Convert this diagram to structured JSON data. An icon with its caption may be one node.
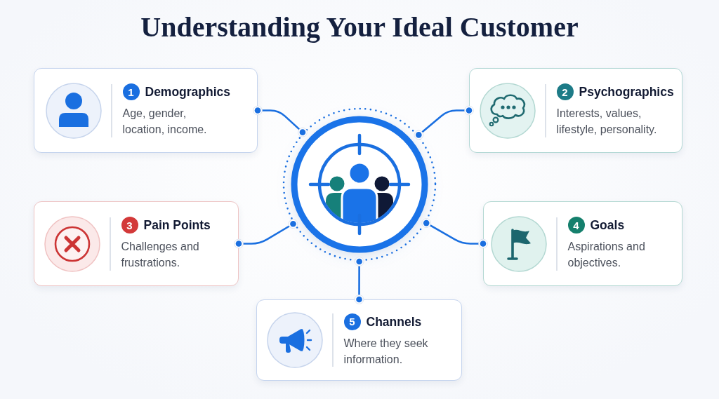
{
  "diagram": {
    "title": "Understanding Your Ideal Customer",
    "nodes": [
      {
        "text": [
          "1",
          "Demographics",
          "Age, gender, location, income."
        ]
      },
      {
        "text": [
          "2",
          "Psychographics",
          "Interests, values, lifestyle, personality."
        ]
      },
      {
        "text": [
          "3",
          "Pain Points",
          "Challenges and frustrations."
        ]
      },
      {
        "text": [
          "4",
          "Goals",
          "Aspirations and objectives."
        ]
      },
      {
        "text": [
          "5",
          "Channels",
          "Where they seek information."
        ]
      },
      {
        "text": [],
        "shape": "circle"
      }
    ],
    "edges": [
      {
        "from": 5,
        "to": 0,
        "arrow": "other"
      },
      {
        "from": 5,
        "to": 1,
        "arrow": "other"
      },
      {
        "from": 5,
        "to": 2,
        "arrow": "other"
      },
      {
        "from": 5,
        "to": 3,
        "arrow": "other"
      },
      {
        "from": 5,
        "to": 4,
        "arrow": "other"
      }
    ]
  }
}
